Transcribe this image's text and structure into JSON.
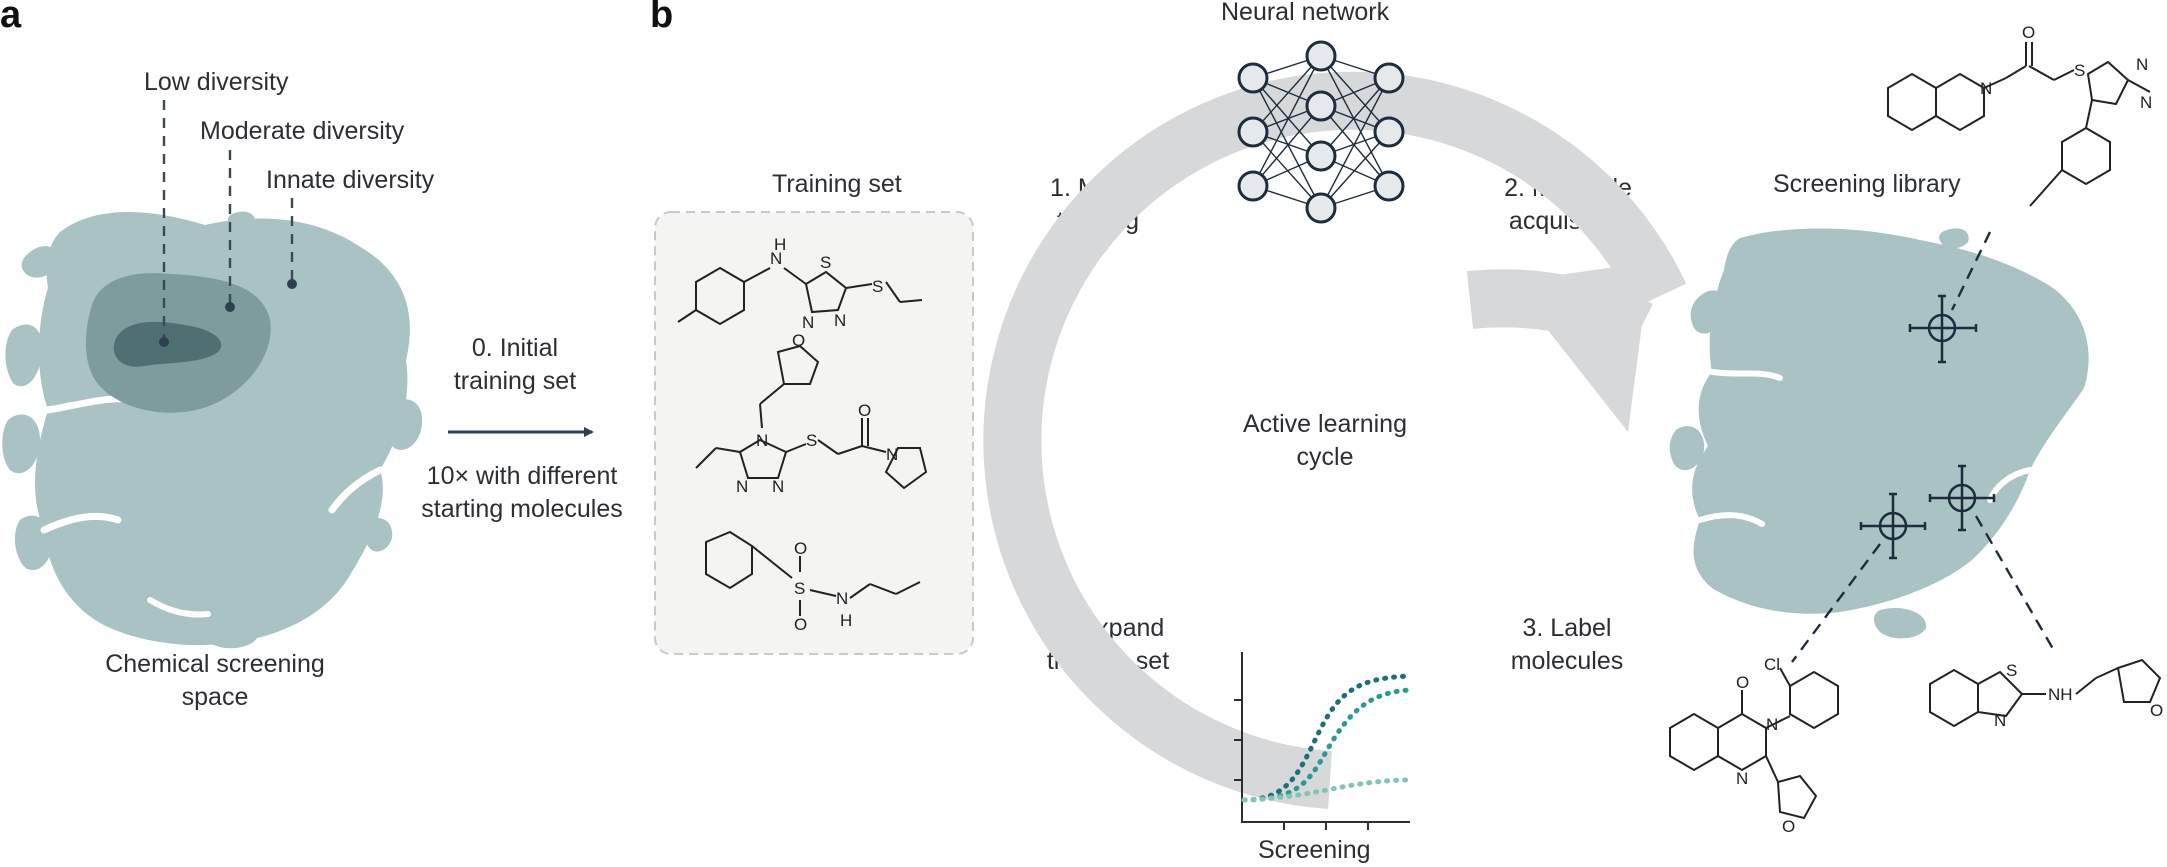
{
  "panels": {
    "a": "a",
    "b": "b"
  },
  "panel_a": {
    "levels": [
      "Low diversity",
      "Moderate diversity",
      "Innate diversity"
    ],
    "step0": "0. Initial training set",
    "repeat_note": "10× with different starting molecules",
    "space_caption": "Chemical screening space"
  },
  "panel_b": {
    "training_set_title": "Training set",
    "network_title": "Neural network",
    "library_title": "Screening library",
    "cycle_label": "Active learning cycle",
    "steps": [
      "1. Model training",
      "2. Molecule acquisition",
      "3. Label molecules",
      "4. Expand training set"
    ],
    "plot_xlabel": "Screening"
  },
  "atoms": {
    "m1": [
      "H",
      "N",
      "S",
      "N",
      "N",
      "S"
    ],
    "m2": [
      "O",
      "N",
      "S",
      "O",
      "N",
      "N",
      "N"
    ],
    "m3": [
      "O",
      "S",
      "O",
      "N",
      "H"
    ],
    "lib1": [
      "O",
      "N",
      "S",
      "N",
      "N"
    ],
    "lib2": [
      "Cl",
      "O",
      "N",
      "N",
      "O"
    ],
    "lib3": [
      "S",
      "N",
      "NH",
      "O"
    ]
  },
  "colors": {
    "space_light": "#a9c2c4",
    "space_mid": "#7e9b9e",
    "space_dark": "#4f6f72",
    "arrow": "#d6d8da",
    "node_fill": "#e6e9ec",
    "node_stroke": "#1e2d3d",
    "curve_dark": "#1f6f78",
    "curve_mid": "#2a9a92",
    "curve_light": "#86c2b8"
  }
}
